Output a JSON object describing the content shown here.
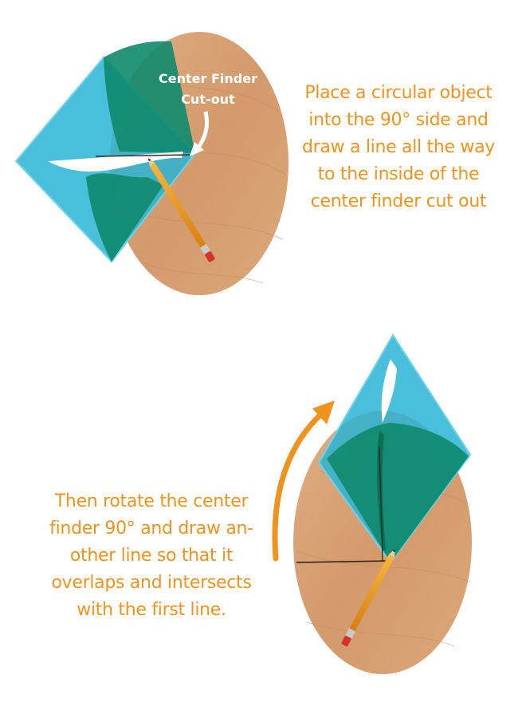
{
  "step1": {
    "callout_lines": [
      "Center Finder",
      "Cut-out"
    ],
    "caption_lines": [
      "Place a circular object",
      "into the 90° side and",
      "draw a line all the way",
      "to the inside of the",
      "center finder cut out"
    ]
  },
  "step2": {
    "caption_lines": [
      "Then rotate the center",
      "finder 90° and draw an-",
      "other line so that it",
      "overlaps and intersects",
      "with the first line."
    ]
  },
  "colors": {
    "caption": "#f0931e",
    "wood": "#d9a275",
    "tool_cyan": "#2ab4d6",
    "tool_green": "#0e8a6b",
    "pencil": "#f2a020"
  }
}
